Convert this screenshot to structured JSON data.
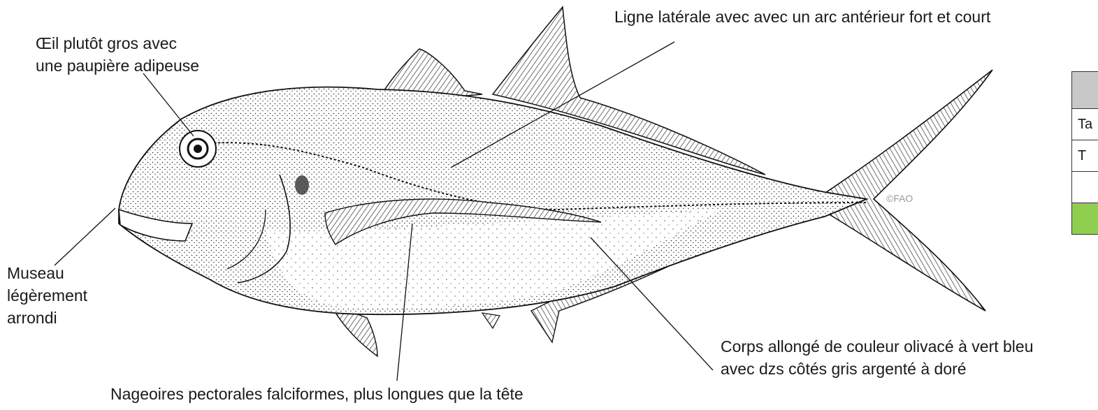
{
  "labels": {
    "eye": {
      "line1": "Œil plutôt gros avec",
      "line2": "une paupière adipeuse"
    },
    "lateral_line": "Ligne latérale avec avec un arc antérieur fort et court",
    "snout": {
      "line1": "Museau",
      "line2": "légèrement",
      "line3": "arrondi"
    },
    "body": {
      "line1": "Corps allongé de couleur olivacé à vert bleu",
      "line2": "avec dzs côtés gris argenté à doré"
    },
    "pectoral": "Nageoires pectorales falciformes, plus longues que la tête"
  },
  "copyright": "©FAO",
  "table": {
    "rows": [
      {
        "text": "",
        "style": "head"
      },
      {
        "text": "Ta",
        "style": "normal"
      },
      {
        "text": "T",
        "style": "normal"
      },
      {
        "text": "",
        "style": "normal"
      },
      {
        "text": "",
        "style": "foot"
      }
    ],
    "colors": {
      "header": "#c8c8c8",
      "footer": "#8fce4f"
    }
  },
  "colors": {
    "ink": "#1a1a1a",
    "fish_fill": "#f4f4f4",
    "fish_shade": "#cfcfcf"
  }
}
